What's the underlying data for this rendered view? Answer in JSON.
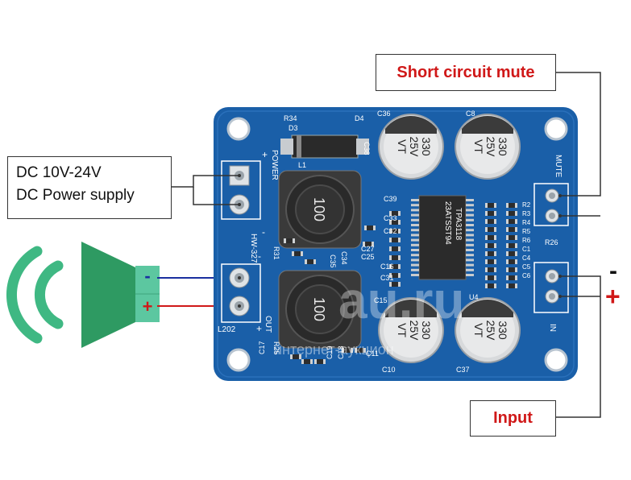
{
  "callouts": {
    "short_circuit_mute": "Short circuit mute",
    "power_line1": "DC 10V-24V",
    "power_line2": "DC Power supply",
    "input": "Input"
  },
  "input_signs": {
    "minus": "-",
    "plus": "+"
  },
  "speaker_signs": {
    "minus": "-",
    "plus": "+"
  },
  "board": {
    "power_label": "POWER",
    "power_plus": "+",
    "power_minus": "-",
    "model": "HW-327",
    "out_label": "OUT",
    "out_plus": "+",
    "out_minus": "-",
    "mute_label": "MUTE",
    "in_label": "IN",
    "chip_line1": "23ATSST94",
    "chip_line2": "TPA3118",
    "u4": "U4",
    "diode_label": "D3",
    "d4": "D4",
    "r34": "R34",
    "l1": "L1",
    "l2": "L202",
    "c38": "C38",
    "c36": "C36",
    "c8": "C8",
    "c39": "C39",
    "c33": "C33",
    "c32": "C32",
    "c35": "C35",
    "c34": "C34",
    "c25": "C25",
    "c27": "C27",
    "c16": "C16",
    "c31": "C31",
    "r31": "R31",
    "r25": "R25",
    "r26": "R26",
    "c15": "C15",
    "c17": "C17",
    "c18": "C18",
    "c19": "C19",
    "c11": "C11",
    "c10": "C10",
    "c37": "C37",
    "inductor_top": "100",
    "inductor_bottom": "100",
    "cap_lines": [
      "330",
      "25V",
      "VT"
    ],
    "r_labels": [
      "R2",
      "R3",
      "R4",
      "R5",
      "R6",
      "C1",
      "C4",
      "C5",
      "C6"
    ]
  },
  "watermark": {
    "main": "au.ru",
    "sub": "интернет-аукцион"
  },
  "colors": {
    "pcb": "#1a5fa8",
    "pcb_dark": "#134d8c",
    "speaker": "#2e9a62",
    "waves": "#3fb883",
    "terminal_green": "#5cc7a0",
    "wire_blue": "#1a2fa0",
    "wire_red": "#d01818",
    "callout_red": "#d01818"
  }
}
